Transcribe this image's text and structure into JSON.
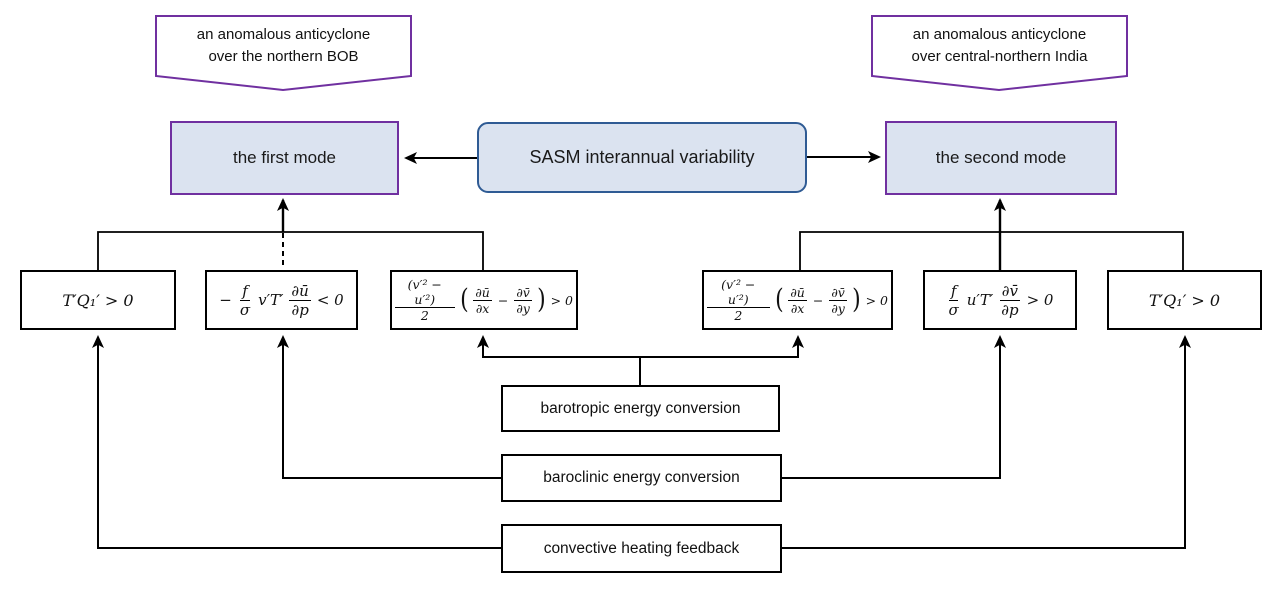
{
  "palette": {
    "purple": "#7030a0",
    "blue_border": "#2f5b94",
    "light_blue": "#dbe3f0",
    "line": "#000000"
  },
  "callouts": {
    "left": {
      "line1": "an anomalous anticyclone",
      "line2": "over the northern BOB"
    },
    "right": {
      "line1": "an anomalous anticyclone",
      "line2": "over central-northern India"
    }
  },
  "nodes": {
    "center": "SASM interannual variability",
    "first_mode": "the first mode",
    "second_mode": "the second mode",
    "barotropic": "barotropic energy conversion",
    "baroclinic": "baroclinic energy conversion",
    "convective": "convective heating feedback"
  },
  "formulas": {
    "f1": [
      {
        "text": "T′Q₁′ > 0"
      }
    ],
    "f2": [
      {
        "text": "−"
      },
      {
        "frac": [
          "f",
          "σ"
        ]
      },
      {
        "text": "v′T′"
      },
      {
        "frac": [
          "∂ū",
          "∂p"
        ]
      },
      {
        "text": "< 0"
      }
    ],
    "f3": [
      {
        "frac": [
          "(v′² − u′²)",
          "2"
        ]
      },
      {
        "paren": "("
      },
      {
        "frac": [
          "∂ū",
          "∂x"
        ]
      },
      {
        "text": "−"
      },
      {
        "frac": [
          "∂v̄",
          "∂y"
        ]
      },
      {
        "paren": ")"
      },
      {
        "text": "> 0"
      }
    ],
    "f4": [
      {
        "frac": [
          "(v′² − u′²)",
          "2"
        ]
      },
      {
        "paren": "("
      },
      {
        "frac": [
          "∂ū",
          "∂x"
        ]
      },
      {
        "text": "−"
      },
      {
        "frac": [
          "∂v̄",
          "∂y"
        ]
      },
      {
        "paren": ")"
      },
      {
        "text": "> 0"
      }
    ],
    "f5": [
      {
        "frac": [
          "f",
          "σ"
        ]
      },
      {
        "text": "u′T′"
      },
      {
        "frac": [
          "∂v̄",
          "∂p"
        ]
      },
      {
        "text": "> 0"
      }
    ],
    "f6": [
      {
        "text": "T′Q₁′ > 0"
      }
    ]
  }
}
